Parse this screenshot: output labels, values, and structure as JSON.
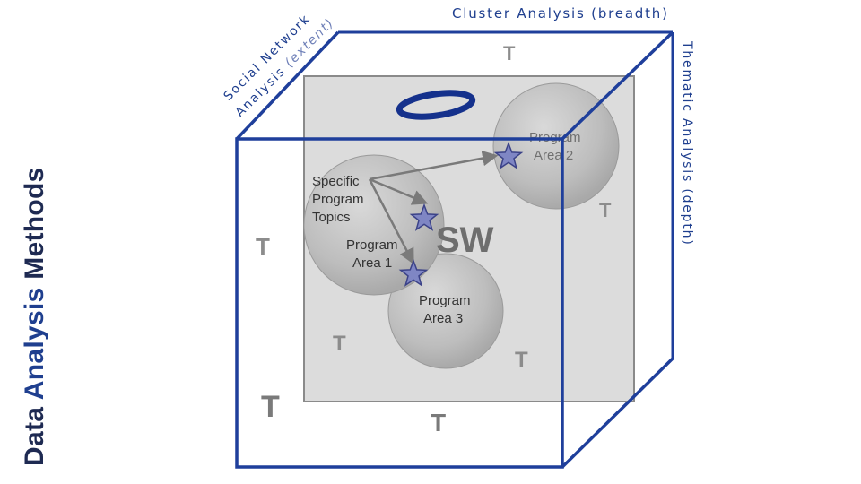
{
  "title": {
    "prefix": "Data ",
    "emphasis": "Analysis",
    "suffix": " Methods",
    "prefix_color": "#1e2a52",
    "emphasis_color": "#1f3f8f"
  },
  "cube_labels": {
    "top_edge": "Cluster Analysis (breadth)",
    "right_edge": "Thematic Analysis (depth)",
    "social_line1": "Social Network",
    "social_line2_main": "Analysis ",
    "social_line2_paren": "(extent)"
  },
  "theme_marker": "T",
  "center_label": "SW",
  "bubbles": {
    "area1": [
      "Program",
      "Area 1"
    ],
    "area2": [
      "Program",
      "Area 2"
    ],
    "area3": [
      "Program",
      "Area 3"
    ],
    "topics": [
      "Specific",
      "Program",
      "Topics"
    ]
  },
  "colors": {
    "cube_edge": "#1f3f9b",
    "panel_fill": "#dcdcdc",
    "panel_stroke": "#8a8a8a",
    "bubble_fill": "#bdbdbd",
    "arrow": "#7a7a7a",
    "star_fill": "#7f86c4",
    "star_stroke": "#3b4288",
    "ellipse": "#15318c"
  },
  "icons": {
    "star": "star-icon",
    "ellipse": "ring-icon"
  }
}
